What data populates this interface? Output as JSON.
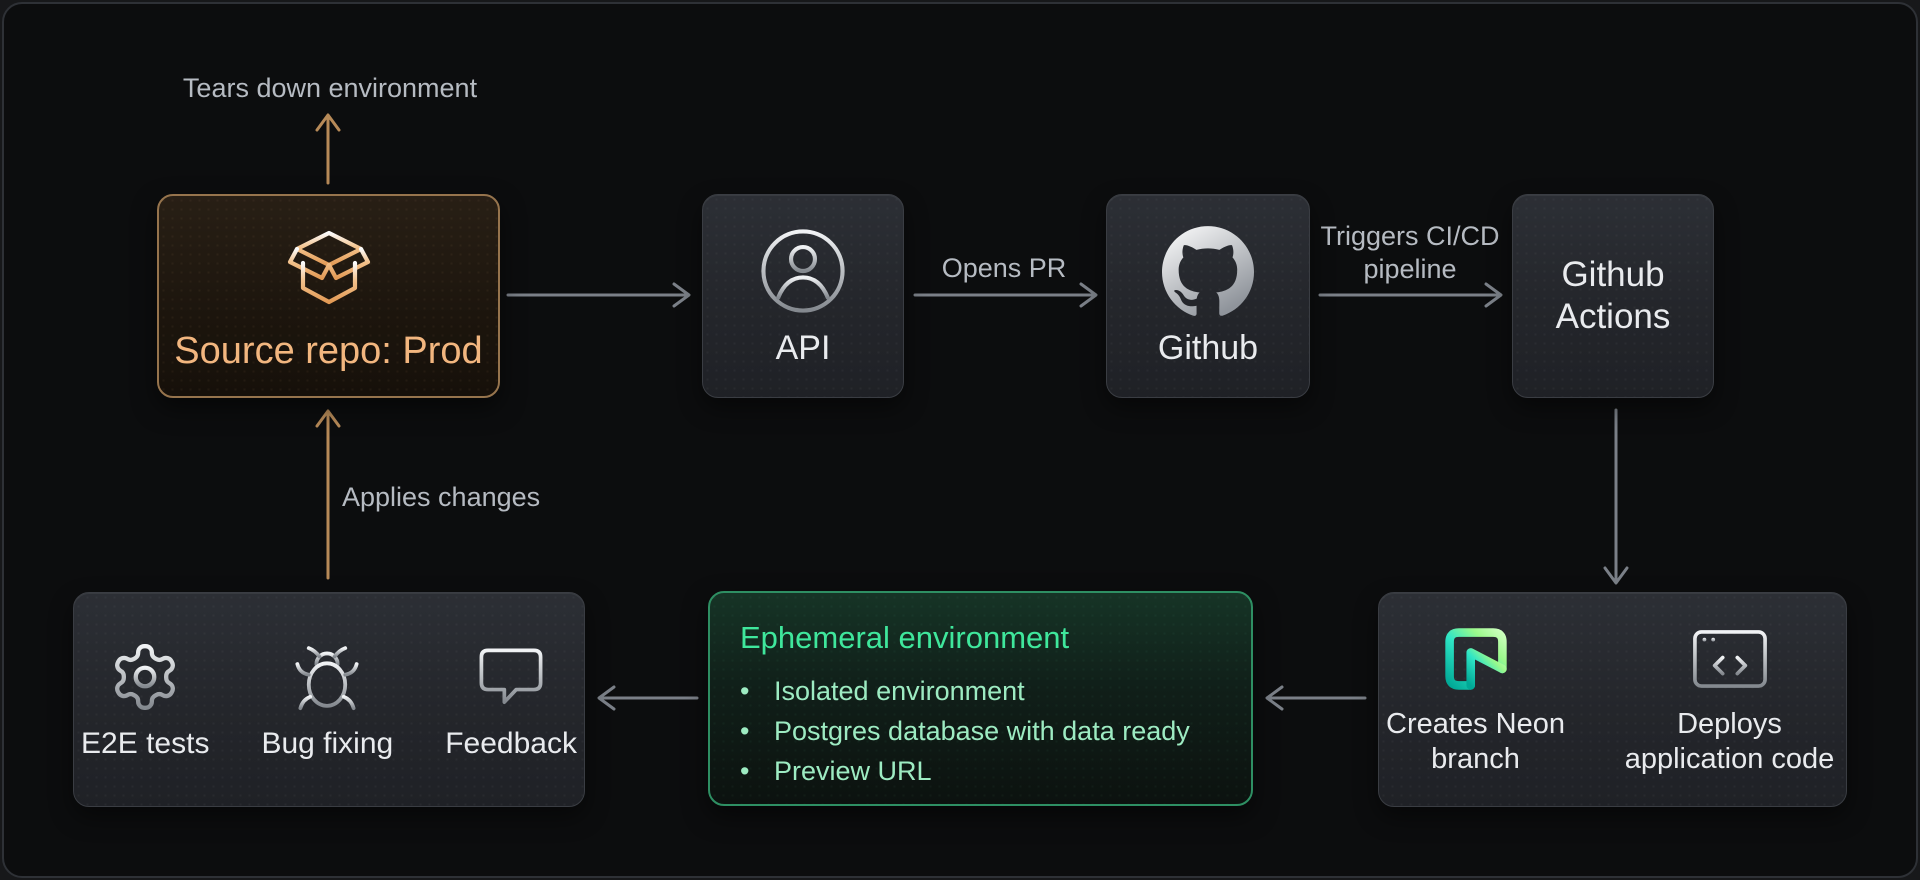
{
  "diagram": {
    "nodes": {
      "source_repo": {
        "label": "Source repo: Prod",
        "icon": "package-icon"
      },
      "api": {
        "label": "API",
        "icon": "user-icon"
      },
      "github": {
        "label": "Github",
        "icon": "github-icon"
      },
      "github_actions": {
        "label": "Github Actions"
      },
      "pipeline_output": {
        "items": [
          {
            "label": "Creates Neon branch",
            "icon": "neon-icon"
          },
          {
            "label": "Deploys application code",
            "icon": "browser-code-icon"
          }
        ]
      },
      "ephemeral_environment": {
        "title": "Ephemeral environment",
        "bullet_char": "•",
        "bullets": [
          "Isolated environment",
          "Postgres database with data ready",
          "Preview URL"
        ]
      },
      "validation": {
        "items": [
          {
            "label": "E2E tests",
            "icon": "gear-icon"
          },
          {
            "label": "Bug fixing",
            "icon": "bug-icon"
          },
          {
            "label": "Feedback",
            "icon": "speech-bubble-icon"
          }
        ]
      }
    },
    "edges": {
      "tears_down": "Tears down environment",
      "opens_pr": "Opens PR",
      "triggers_cicd": "Triggers CI/CD pipeline",
      "applies_changes": "Applies changes"
    },
    "colors": {
      "accent_orange_text": "#f2b67f",
      "accent_orange_border": "#96744d",
      "arrow_tan": "#b78a58",
      "arrow_gray": "#7b8088",
      "edge_label_gray": "#b6bbc2",
      "node_label": "#e9ebee",
      "green_title": "#3fe79c",
      "green_bullets": "#9debc2",
      "green_border": "#2e8f63",
      "neon_gradient_start": "#00a896",
      "neon_gradient_end": "#ccffbe"
    }
  }
}
